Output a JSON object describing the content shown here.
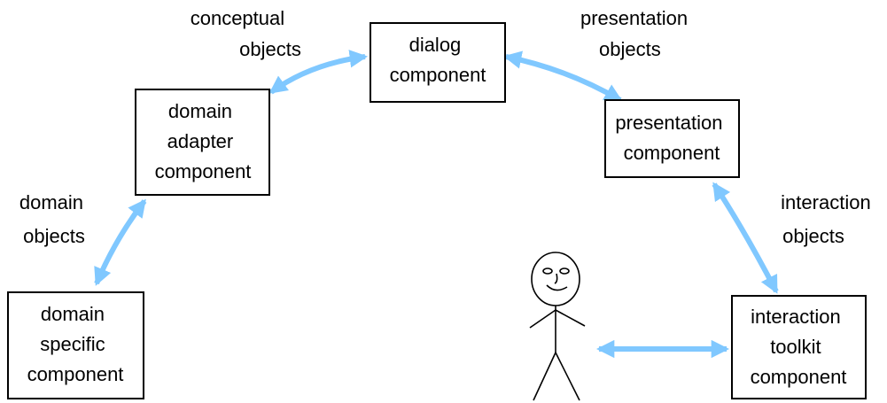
{
  "diagram": {
    "components": {
      "dialog": {
        "lines": [
          "dialog",
          "component"
        ]
      },
      "domain_adapter": {
        "lines": [
          "domain",
          "adapter",
          "component"
        ]
      },
      "presentation": {
        "lines": [
          "presentation",
          "component"
        ]
      },
      "domain_specific": {
        "lines": [
          "domain",
          "specific",
          "component"
        ]
      },
      "interaction_toolkit": {
        "lines": [
          "interaction",
          "toolkit",
          "component"
        ]
      }
    },
    "labels": {
      "conceptual": {
        "lines": [
          "conceptual",
          "objects"
        ]
      },
      "presentation": {
        "lines": [
          "presentation",
          "objects"
        ]
      },
      "domain": {
        "lines": [
          "domain",
          "objects"
        ]
      },
      "interaction": {
        "lines": [
          "interaction",
          "objects"
        ]
      }
    },
    "colors": {
      "arrow": "#80c8ff",
      "box_border": "#000000",
      "text": "#000000"
    }
  }
}
